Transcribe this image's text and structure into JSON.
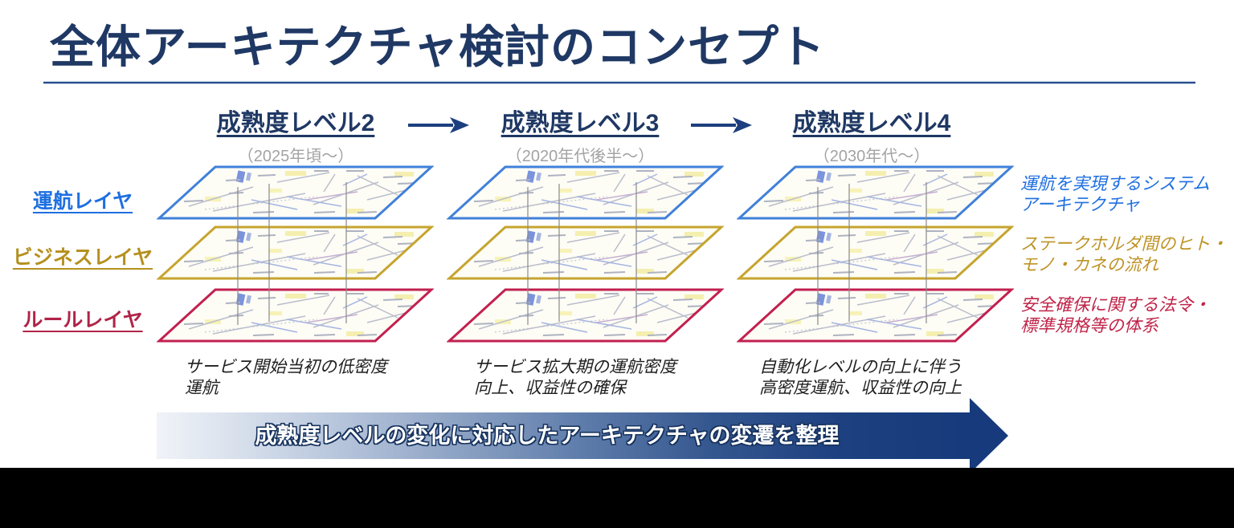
{
  "title": "全体アーキテクチャ検討のコンセプト",
  "maturity_columns": [
    {
      "level": "成熟度レベル2",
      "period": "（2025年頃～）"
    },
    {
      "level": "成熟度レベル3",
      "period": "（2020年代後半～）"
    },
    {
      "level": "成熟度レベル4",
      "period": "（2030年代～）"
    }
  ],
  "layers": [
    {
      "label": "運航レイヤ",
      "description": "運航を実現するシステム\nアーキテクチャ",
      "label_color": "#1E6FE0",
      "plate_border_color": "#4080DA"
    },
    {
      "label": "ビジネスレイヤ",
      "description": "ステークホルダ間のヒト・\nモノ・カネの流れ",
      "label_color": "#B5901E",
      "plate_border_color": "#C6A42E"
    },
    {
      "label": "ルールレイヤ",
      "description": "安全確保に関する法令・\n標準規格等の体系",
      "label_color": "#B02348",
      "plate_border_color": "#C22050"
    }
  ],
  "stack_captions": [
    "サービス開始当初の低密度\n運航",
    "サービス拡大期の運航密度\n向上、収益性の確保",
    "自動化レベルの向上に伴う\n高密度運航、収益性の向上"
  ],
  "bottom_arrow": {
    "label": "成熟度レベルの変化に対応したアーキテクチャの変遷を整理"
  },
  "icons": {
    "flow_arrow": "→"
  },
  "colors": {
    "title_navy": "#1F3864",
    "divider_blue": "#2B4E8C",
    "flow_arrow_blue": "#1C3F7F",
    "period_gray": "#A3A3A3",
    "bottom_arrow_navy": "#163A7B",
    "footer_black": "#000000",
    "connector_gray": "#8A8A8A"
  }
}
